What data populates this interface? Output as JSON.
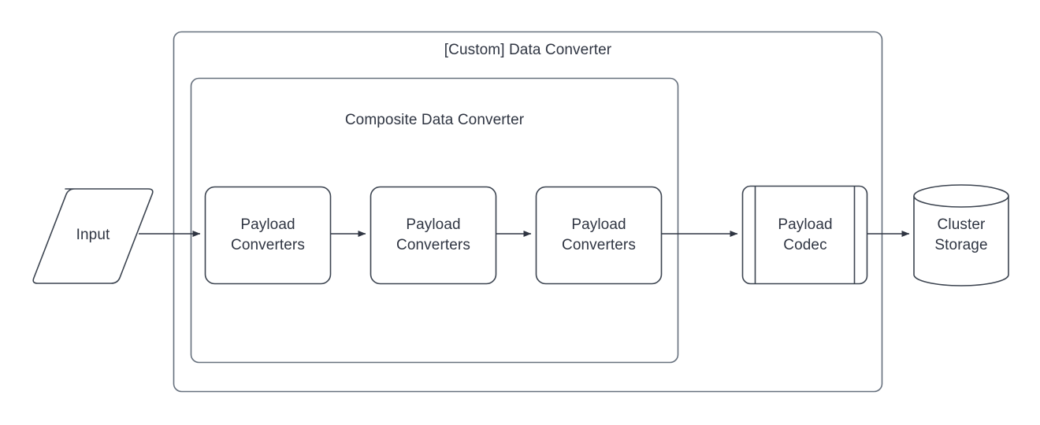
{
  "diagram": {
    "title_outer": "[Custom] Data Converter",
    "title_inner": "Composite Data Converter",
    "colors": {
      "stroke": "#66707d",
      "stroke_dark": "#3c4450",
      "text": "#2f3542",
      "background": "#ffffff",
      "arrow": "#2f3542"
    },
    "nodes": {
      "input": {
        "label": "Input",
        "shape": "parallelogram"
      },
      "payload_converter_1": {
        "label": "Payload\nConverters",
        "shape": "rounded-rectangle"
      },
      "payload_converter_2": {
        "label": "Payload\nConverters",
        "shape": "rounded-rectangle"
      },
      "payload_converter_3": {
        "label": "Payload\nConverters",
        "shape": "rounded-rectangle"
      },
      "payload_codec": {
        "label": "Payload\nCodec",
        "shape": "predefined-process"
      },
      "cluster_storage": {
        "label": "Cluster\nStorage",
        "shape": "cylinder"
      }
    },
    "edges": [
      {
        "name": "input-to-converter-1",
        "from": "input",
        "to": "payload_converter_1",
        "label": ""
      },
      {
        "name": "converter-1-to-converter-2",
        "from": "payload_converter_1",
        "to": "payload_converter_2",
        "label": ""
      },
      {
        "name": "converter-2-to-converter-3",
        "from": "payload_converter_2",
        "to": "payload_converter_3",
        "label": ""
      },
      {
        "name": "converter-3-to-codec",
        "from": "payload_converter_3",
        "to": "payload_codec",
        "label": ""
      },
      {
        "name": "codec-to-cluster-storage",
        "from": "payload_codec",
        "to": "cluster_storage",
        "label": ""
      }
    ]
  }
}
